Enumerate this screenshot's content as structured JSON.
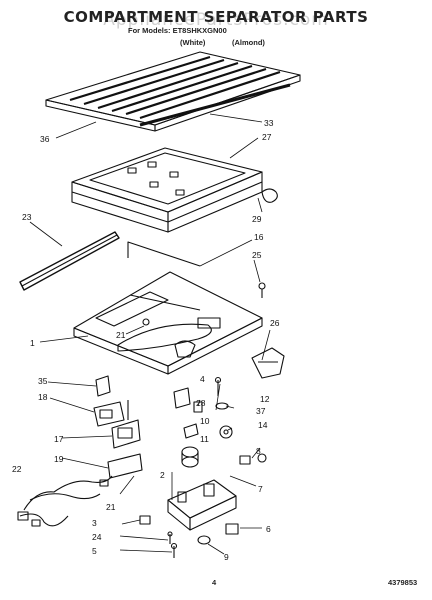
{
  "header": {
    "title": "COMPARTMENT SEPARATOR PARTS",
    "watermark": "AppliancePartsPros.com",
    "for_models": "For Models: ET8SHKXGN00",
    "color_white": "(White)",
    "color_almond": "(Almond)"
  },
  "callouts": [
    "36",
    "33",
    "27",
    "29",
    "23",
    "16",
    "25",
    "1",
    "21",
    "26",
    "35",
    "4",
    "12",
    "18",
    "28",
    "37",
    "10",
    "14",
    "17",
    "11",
    "8",
    "19",
    "22",
    "2",
    "7",
    "21",
    "3",
    "6",
    "24",
    "5",
    "9"
  ],
  "footer": {
    "page_number": "4",
    "document_number": "4379853"
  }
}
